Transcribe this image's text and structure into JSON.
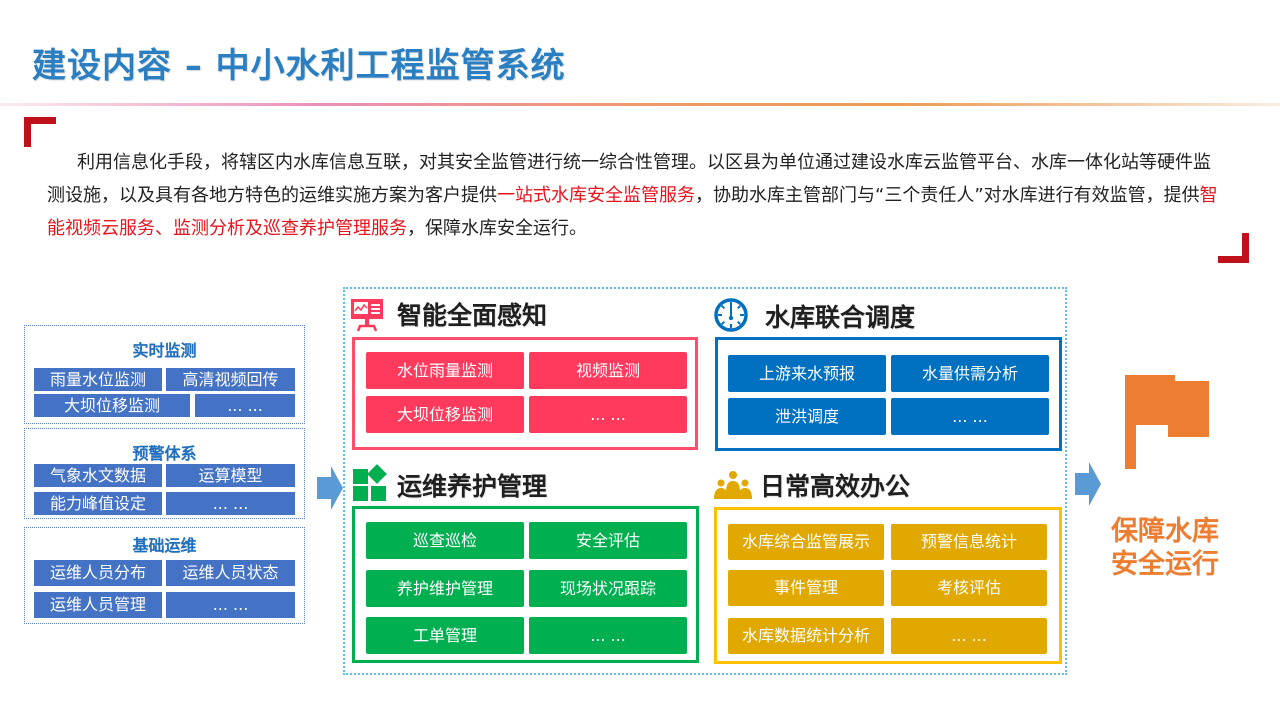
{
  "header": {
    "title": "建设内容 – 中小水利工程监管系统"
  },
  "intro": {
    "segments": [
      {
        "text": "利用信息化手段，将辖区内水库信息互联，对其安全监管进行统一综合性管理。以区县为单位通过建设水库云监管平台、水库一体化站等硬件监测设施，以及具有各地方特色的运维实施方案为客户提供",
        "highlight": false
      },
      {
        "text": "一站式水库安全监管服务",
        "highlight": true
      },
      {
        "text": "，协助水库主管部门与“三个责任人”对水库进行有效监管，提供",
        "highlight": false
      },
      {
        "text": "智能视频云服务、监测分析及巡查养护管理服务",
        "highlight": true
      },
      {
        "text": "，保障水库安全运行。",
        "highlight": false
      }
    ]
  },
  "left_panel": {
    "groups": [
      {
        "title": "实时监测",
        "items": [
          "雨量水位监测",
          "高清视频回传",
          "大坝位移监测",
          "... ..."
        ]
      },
      {
        "title": "预警体系",
        "items": [
          "气象水文数据",
          "运算模型",
          "能力峰值设定",
          "... ..."
        ]
      },
      {
        "title": "基础运维",
        "items": [
          "运维人员分布",
          "运维人员状态",
          "运维人员管理",
          "... ..."
        ]
      }
    ]
  },
  "sections": {
    "perception": {
      "title": "智能全面感知",
      "icon": "presentation-chart-icon",
      "color": "#ff3a5c",
      "items": [
        "水位雨量监测",
        "视频监测",
        "大坝位移监测",
        "... ..."
      ]
    },
    "dispatch": {
      "title": "水库联合调度",
      "icon": "dial-gauge-icon",
      "color": "#0070c0",
      "items": [
        "上游来水预报",
        "水量供需分析",
        "泄洪调度",
        "... ..."
      ]
    },
    "maintenance": {
      "title": "运维养护管理",
      "icon": "blocks-grid-icon",
      "color": "#00b050",
      "items": [
        "巡查巡检",
        "安全评估",
        "养护维护管理",
        "现场状况跟踪",
        "工单管理",
        "... ..."
      ]
    },
    "office": {
      "title": "日常高效办公",
      "icon": "people-group-icon",
      "color": "#e0a800",
      "border_color": "#ffc000",
      "items": [
        "水库综合监管展示",
        "预警信息统计",
        "事件管理",
        "考核评估",
        "水库数据统计分析",
        "... ..."
      ]
    }
  },
  "goal": {
    "icon": "flag-icon",
    "line1": "保障水库",
    "line2": "安全运行",
    "color": "#ed7d31"
  },
  "colors": {
    "title_blue": "#2a7fc2",
    "corner_red": "#c0101a",
    "highlight_red": "#e8141c",
    "left_tile_blue": "#4472c4",
    "arrow_blue": "#5b9bd5"
  }
}
